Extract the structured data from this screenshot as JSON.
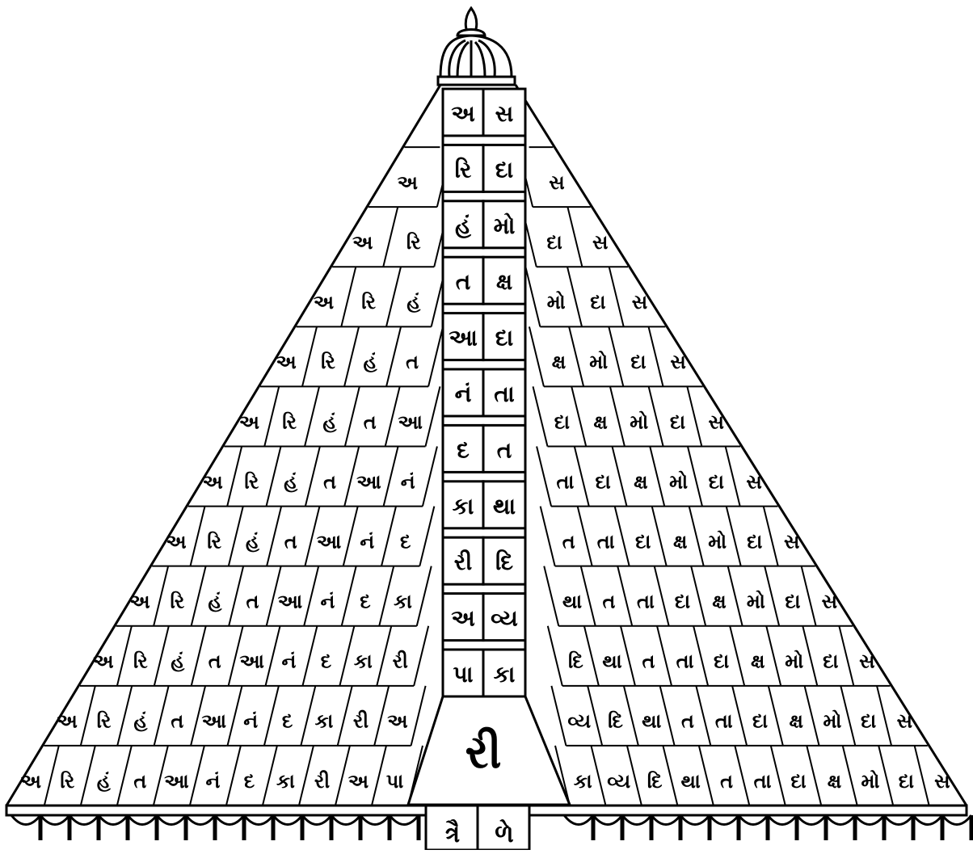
{
  "left_word": [
    "અ",
    "રિ",
    "હં",
    "ત",
    "આ",
    "નં",
    "દ",
    "કા",
    "રી",
    "અ",
    "પા"
  ],
  "right_word": [
    "સ",
    "દા",
    "મો",
    "ક્ષ",
    "દા",
    "તા",
    "ત",
    "થા",
    "દિ",
    "વ્ય",
    "કા"
  ],
  "center_left_column": [
    "અ",
    "રિ",
    "હં",
    "ત",
    "આ",
    "નં",
    "દ",
    "કા",
    "રી",
    "અ",
    "પા"
  ],
  "center_right_column": [
    "સ",
    "દા",
    "મો",
    "ક્ષ",
    "દા",
    "તા",
    "ત",
    "થા",
    "દિ",
    "વ્ય",
    "કા"
  ],
  "center_bottom": "રી",
  "base_labels": [
    "ત્રૈ",
    "ળે"
  ],
  "colors": {
    "ink": "#000000",
    "paper": "#ffffff"
  }
}
